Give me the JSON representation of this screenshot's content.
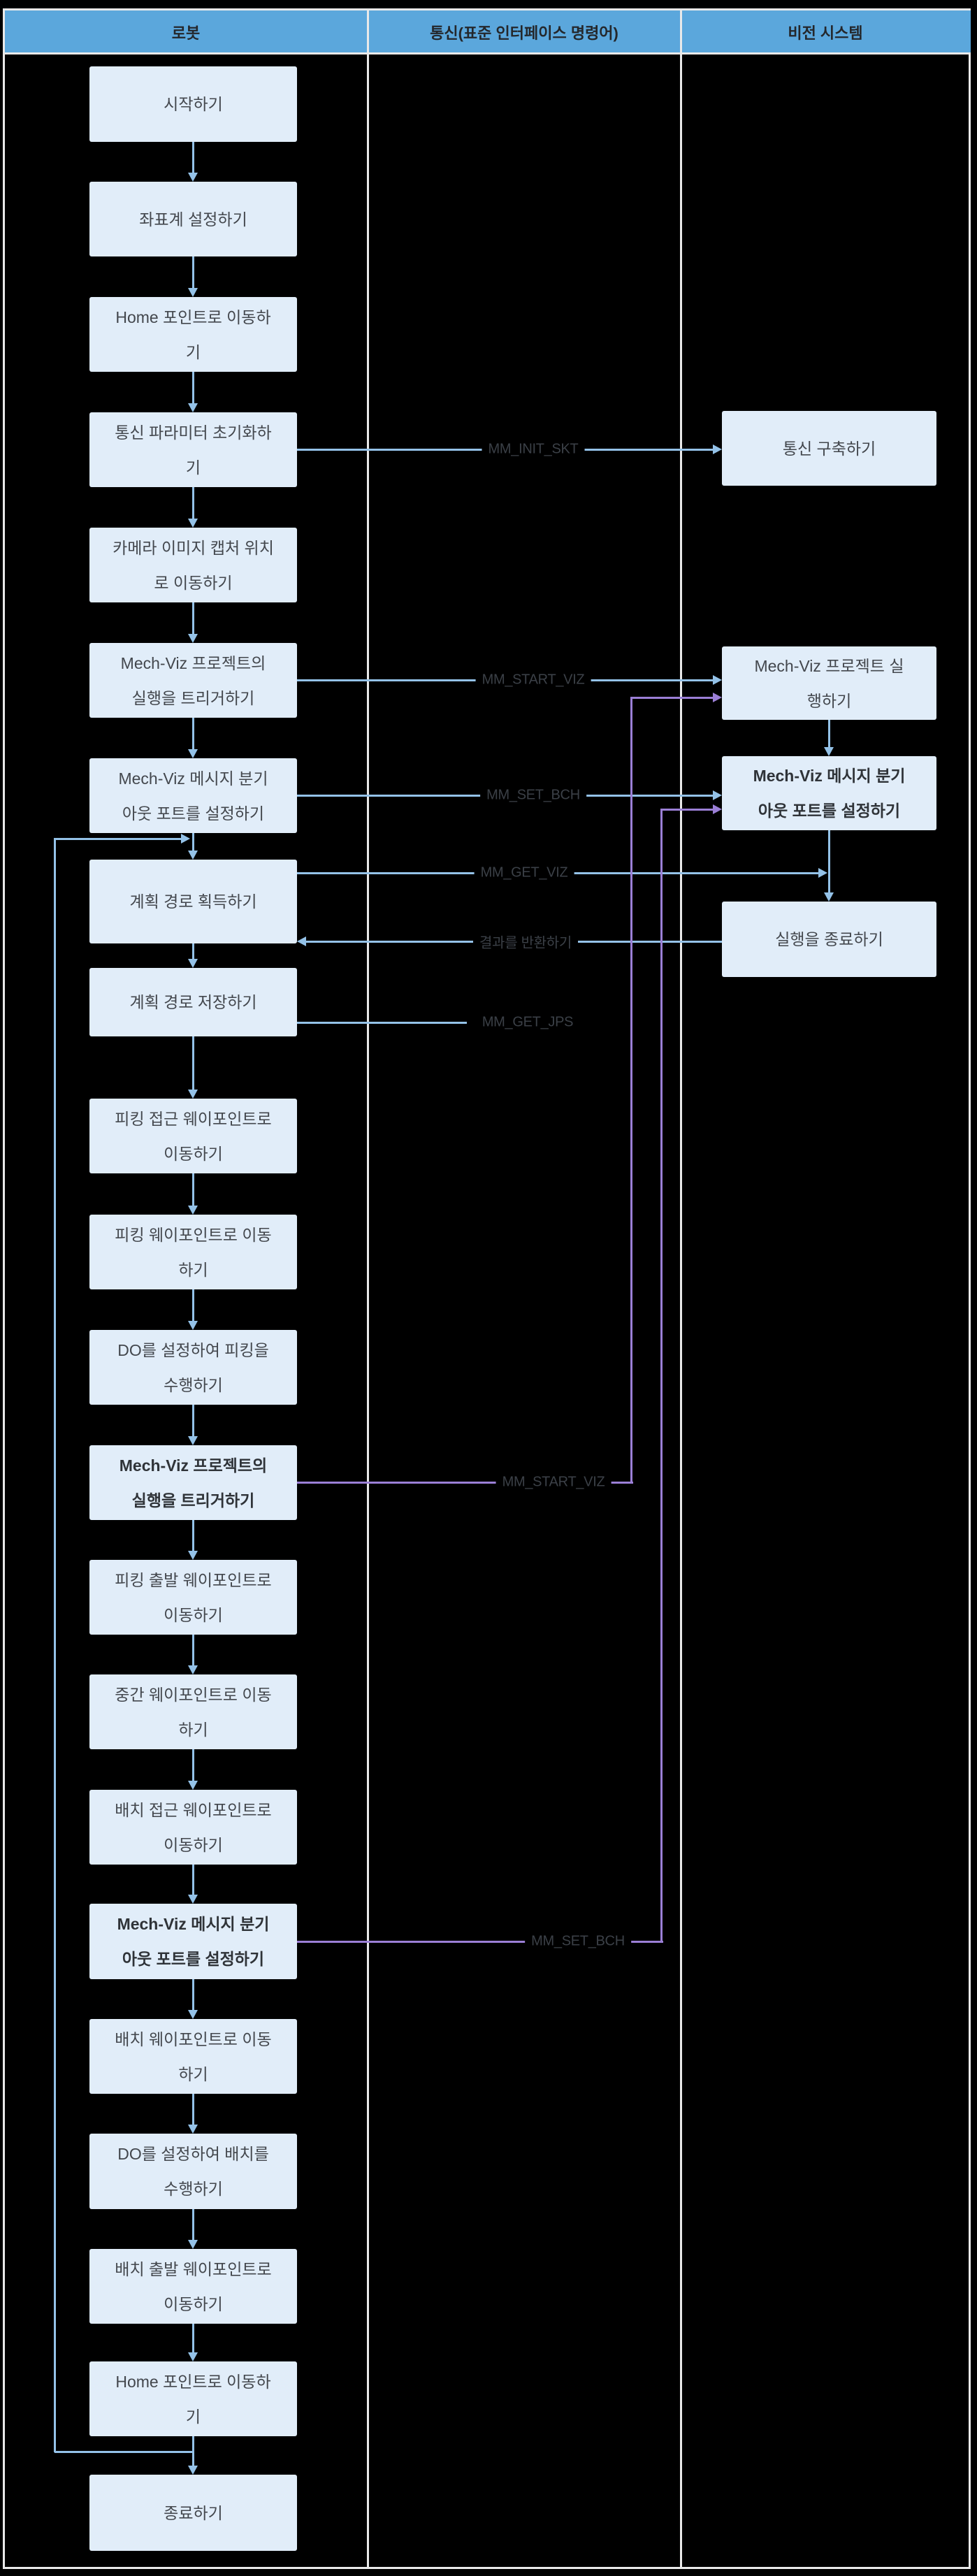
{
  "title": "Mech-Viz robot picking workflow diagram",
  "header": {
    "columns": [
      "로봇",
      "통신(표준 인터페이스 명령어)",
      "비전 시스템"
    ]
  },
  "robot_steps": [
    {
      "label": "시작하기",
      "bold": false
    },
    {
      "label": "좌표계 설정하기",
      "bold": false
    },
    {
      "label": "Home 포인트로 이동하\n기",
      "bold": false
    },
    {
      "label": "통신 파라미터 초기화하\n기",
      "bold": false
    },
    {
      "label": "카메라 이미지 캡처 위치\n로 이동하기",
      "bold": false
    },
    {
      "label": "Mech-Viz 프로젝트의\n실행을 트리거하기",
      "bold": false
    },
    {
      "label": "Mech-Viz 메시지 분기\n아웃 포트를 설정하기",
      "bold": false
    },
    {
      "label": "계획 경로 획득하기",
      "bold": false
    },
    {
      "label": "계획 경로 저장하기",
      "bold": false
    },
    {
      "label": "피킹 접근 웨이포인트로\n이동하기",
      "bold": false
    },
    {
      "label": "피킹 웨이포인트로 이동\n하기",
      "bold": false
    },
    {
      "label": "DO를 설정하여 피킹을\n수행하기",
      "bold": false
    },
    {
      "label": "Mech-Viz 프로젝트의\n실행을 트리거하기",
      "bold": true
    },
    {
      "label": "피킹 출발 웨이포인트로\n이동하기",
      "bold": false
    },
    {
      "label": "중간 웨이포인트로 이동\n하기",
      "bold": false
    },
    {
      "label": "배치 접근 웨이포인트로\n이동하기",
      "bold": false
    },
    {
      "label": "Mech-Viz 메시지 분기\n아웃 포트를 설정하기",
      "bold": true
    },
    {
      "label": "배치 웨이포인트로 이동\n하기",
      "bold": false
    },
    {
      "label": "DO를 설정하여 배치를\n수행하기",
      "bold": false
    },
    {
      "label": "배치 출발 웨이포인트로\n이동하기",
      "bold": false
    },
    {
      "label": "Home 포인트로 이동하\n기",
      "bold": false
    },
    {
      "label": "종료하기",
      "bold": false
    }
  ],
  "vision_steps": [
    {
      "label": "통신 구축하기",
      "bold": false
    },
    {
      "label": "Mech-Viz 프로젝트 실\n행하기",
      "bold": false
    },
    {
      "label": "Mech-Viz 메시지 분기\n아웃 포트를 설정하기",
      "bold": true
    },
    {
      "label": "실행을 종료하기",
      "bold": false
    }
  ],
  "commands": [
    {
      "label": "MM_INIT_SKT",
      "color": "blue"
    },
    {
      "label": "MM_START_VIZ",
      "color": "blue"
    },
    {
      "label": "MM_SET_BCH",
      "color": "blue"
    },
    {
      "label": "MM_GET_VIZ",
      "color": "blue"
    },
    {
      "label": "결과를 반환하기",
      "color": "blue"
    },
    {
      "label": "MM_GET_JPS",
      "color": "blue"
    },
    {
      "label": "MM_START_VIZ",
      "color": "purple"
    },
    {
      "label": "MM_SET_BCH",
      "color": "purple"
    }
  ],
  "colors": {
    "background": "#000000",
    "grid": "#e9e9e9",
    "header_fill": "#5ba7dc",
    "header_text": "#24272b",
    "node_fill": "#e1edf9",
    "node_text": "#43474d",
    "node_text_bold": "#2f3338",
    "arrow_blue": "#94c2e8",
    "arrow_purple": "#9b7fd6",
    "command_text": "#3b4047"
  }
}
